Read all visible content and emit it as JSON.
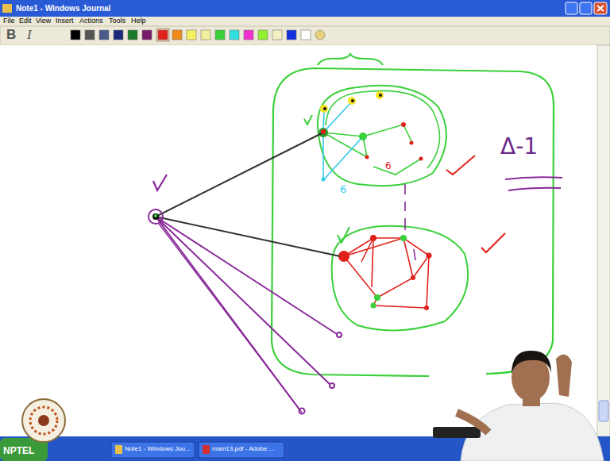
{
  "diagram": {
    "labels": [
      "Note1 - Windows Journal",
      "File",
      "Edit",
      "View",
      "Insert",
      "Actions",
      "Tools",
      "Help",
      "B",
      "I",
      "Δ-1",
      "6",
      "6",
      "NPTEL",
      "Note1 - Windows Jou...",
      "main13.pdf - Adobe ..."
    ]
  }
}
